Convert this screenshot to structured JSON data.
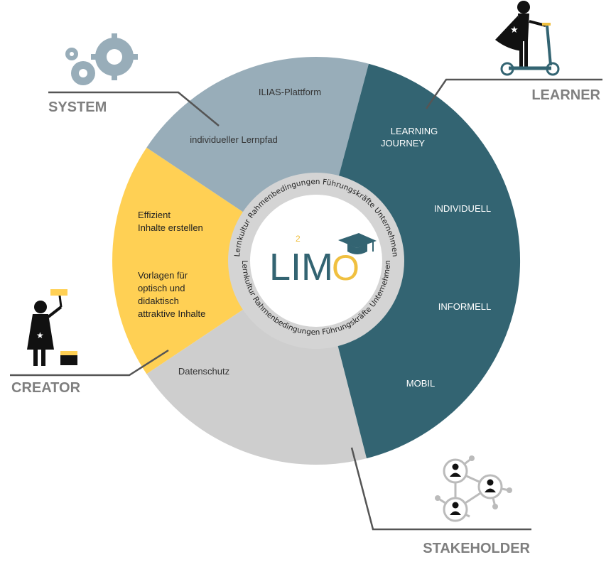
{
  "logo": {
    "text": "LIM",
    "o": "O",
    "superscript": "2"
  },
  "ring_text": {
    "upper": "Lernkultur Rahmenbedingungen Führungskräfte Unternehmen",
    "lower": "Lernkultur Rahmenbedingungen Führungskräfte Unternehmen"
  },
  "segments": {
    "system": {
      "label": "SYSTEM",
      "color": "#98adb9",
      "lines": [
        "ILIAS-Plattform",
        "individueller Lernpfad"
      ]
    },
    "learner": {
      "label": "LEARNER",
      "color": "#336472",
      "lines": [
        "LEARNING",
        "JOURNEY",
        "INDIVIDUELL",
        "INFORMELL",
        "MOBIL"
      ]
    },
    "creator": {
      "label": "CREATOR",
      "color": "#ffd054",
      "lines": [
        "Effizient",
        "Inhalte erstellen",
        "Vorlagen für",
        "optisch und",
        "didaktisch",
        "attraktive Inhalte"
      ]
    },
    "stakeholder": {
      "label": "STAKEHOLDER",
      "color": "#cecece",
      "lines": [
        "Datenschutz"
      ]
    }
  },
  "icons": [
    "gears-icon",
    "scooter-hero-icon",
    "painter-icon",
    "network-people-icon"
  ]
}
